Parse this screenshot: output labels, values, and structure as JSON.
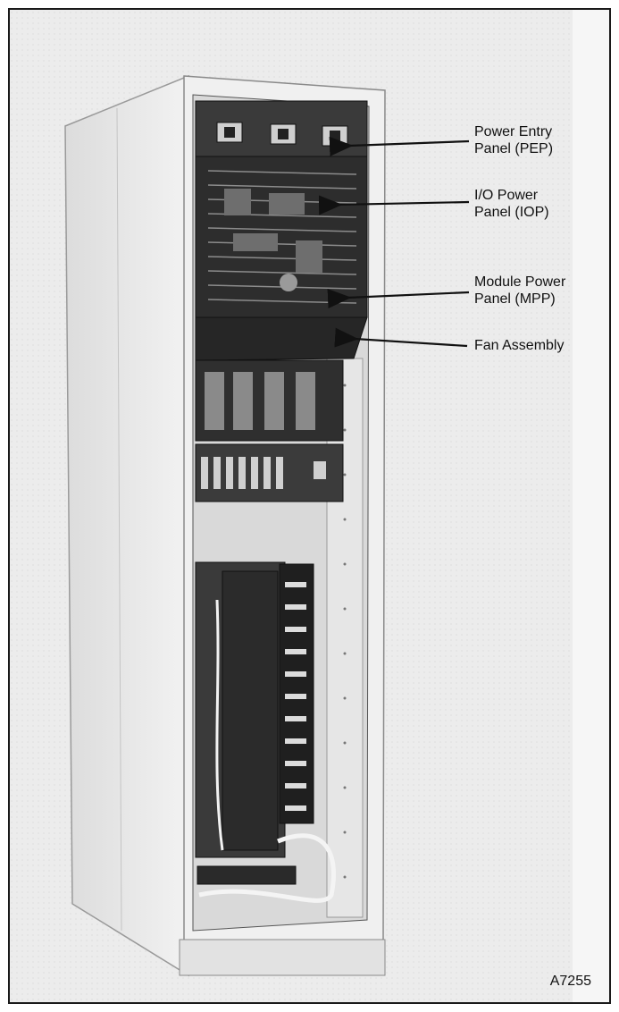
{
  "callouts": [
    {
      "id": "pep",
      "lines": [
        "Power Entry",
        "Panel (PEP)"
      ]
    },
    {
      "id": "iop",
      "lines": [
        "I/O Power",
        "Panel (IOP)"
      ]
    },
    {
      "id": "mpp",
      "lines": [
        "Module Power",
        "Panel (MPP)"
      ]
    },
    {
      "id": "fan",
      "lines": [
        "Fan Assembly"
      ]
    }
  ],
  "figure_id": "A7255"
}
